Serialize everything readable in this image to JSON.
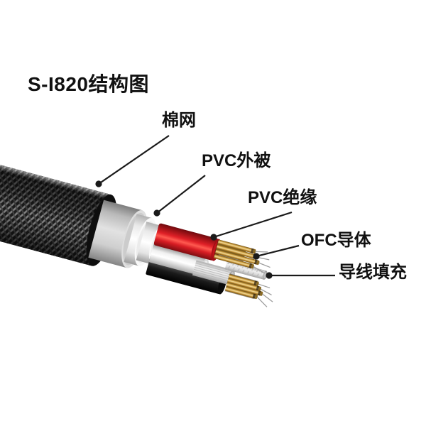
{
  "title": "S-I820结构图",
  "labels": {
    "braid": "棉网",
    "outer_jacket": "PVC外被",
    "insulation": "PVC绝缘",
    "conductor": "OFC导体",
    "filler": "导线填充"
  },
  "colors": {
    "background": "#ffffff",
    "text": "#111111",
    "leader": "#1a1a1a",
    "braid_black": "#1f1f1f",
    "braid_highlight": "#8c8c8c",
    "jacket_gray": "#c9c9c9",
    "inner_white": "#f5f5f5",
    "insulation_red": "#d91f26",
    "wire_white": "#f0f0f0",
    "wire_black": "#141414",
    "conductor_copper": "#d2a54b",
    "filler_silver": "#d9d9d9"
  }
}
